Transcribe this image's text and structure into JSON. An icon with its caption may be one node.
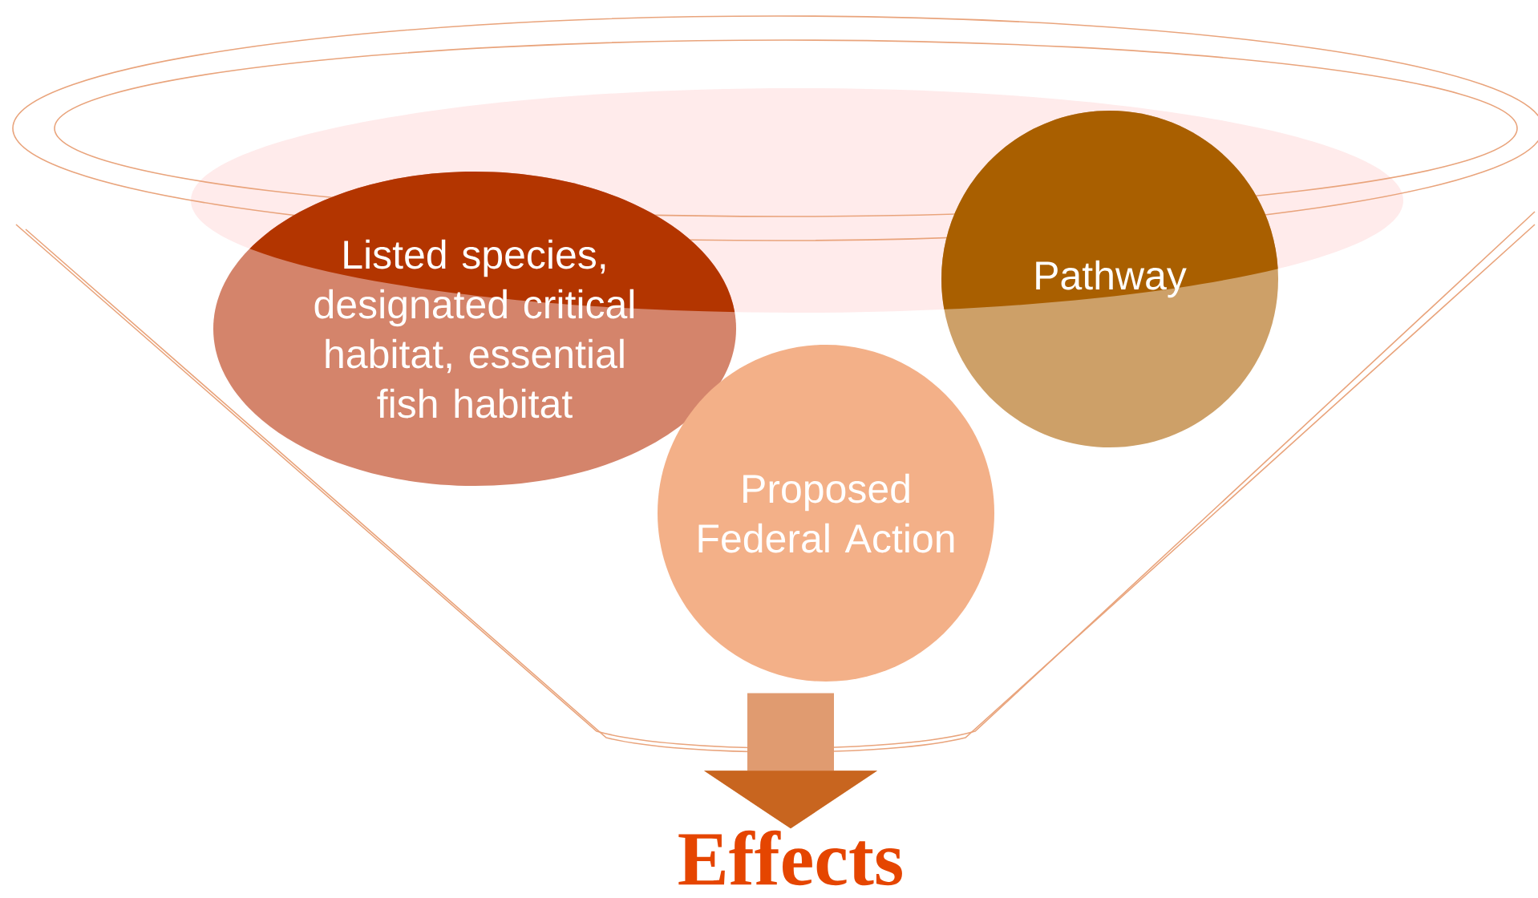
{
  "diagram": {
    "nodes": [
      {
        "text": [],
        "shape": "funnel"
      },
      {
        "text": [
          "Listed species, designated critical habitat, essential fish habitat"
        ],
        "in": 0
      },
      {
        "text": [
          "Pathway"
        ],
        "in": 0
      },
      {
        "text": [
          "Proposed Federal Action"
        ],
        "in": 0
      },
      {
        "text": [
          "Effects"
        ]
      }
    ],
    "edges": [
      {
        "from": 0,
        "to": 4,
        "arrow": "to"
      }
    ]
  }
}
